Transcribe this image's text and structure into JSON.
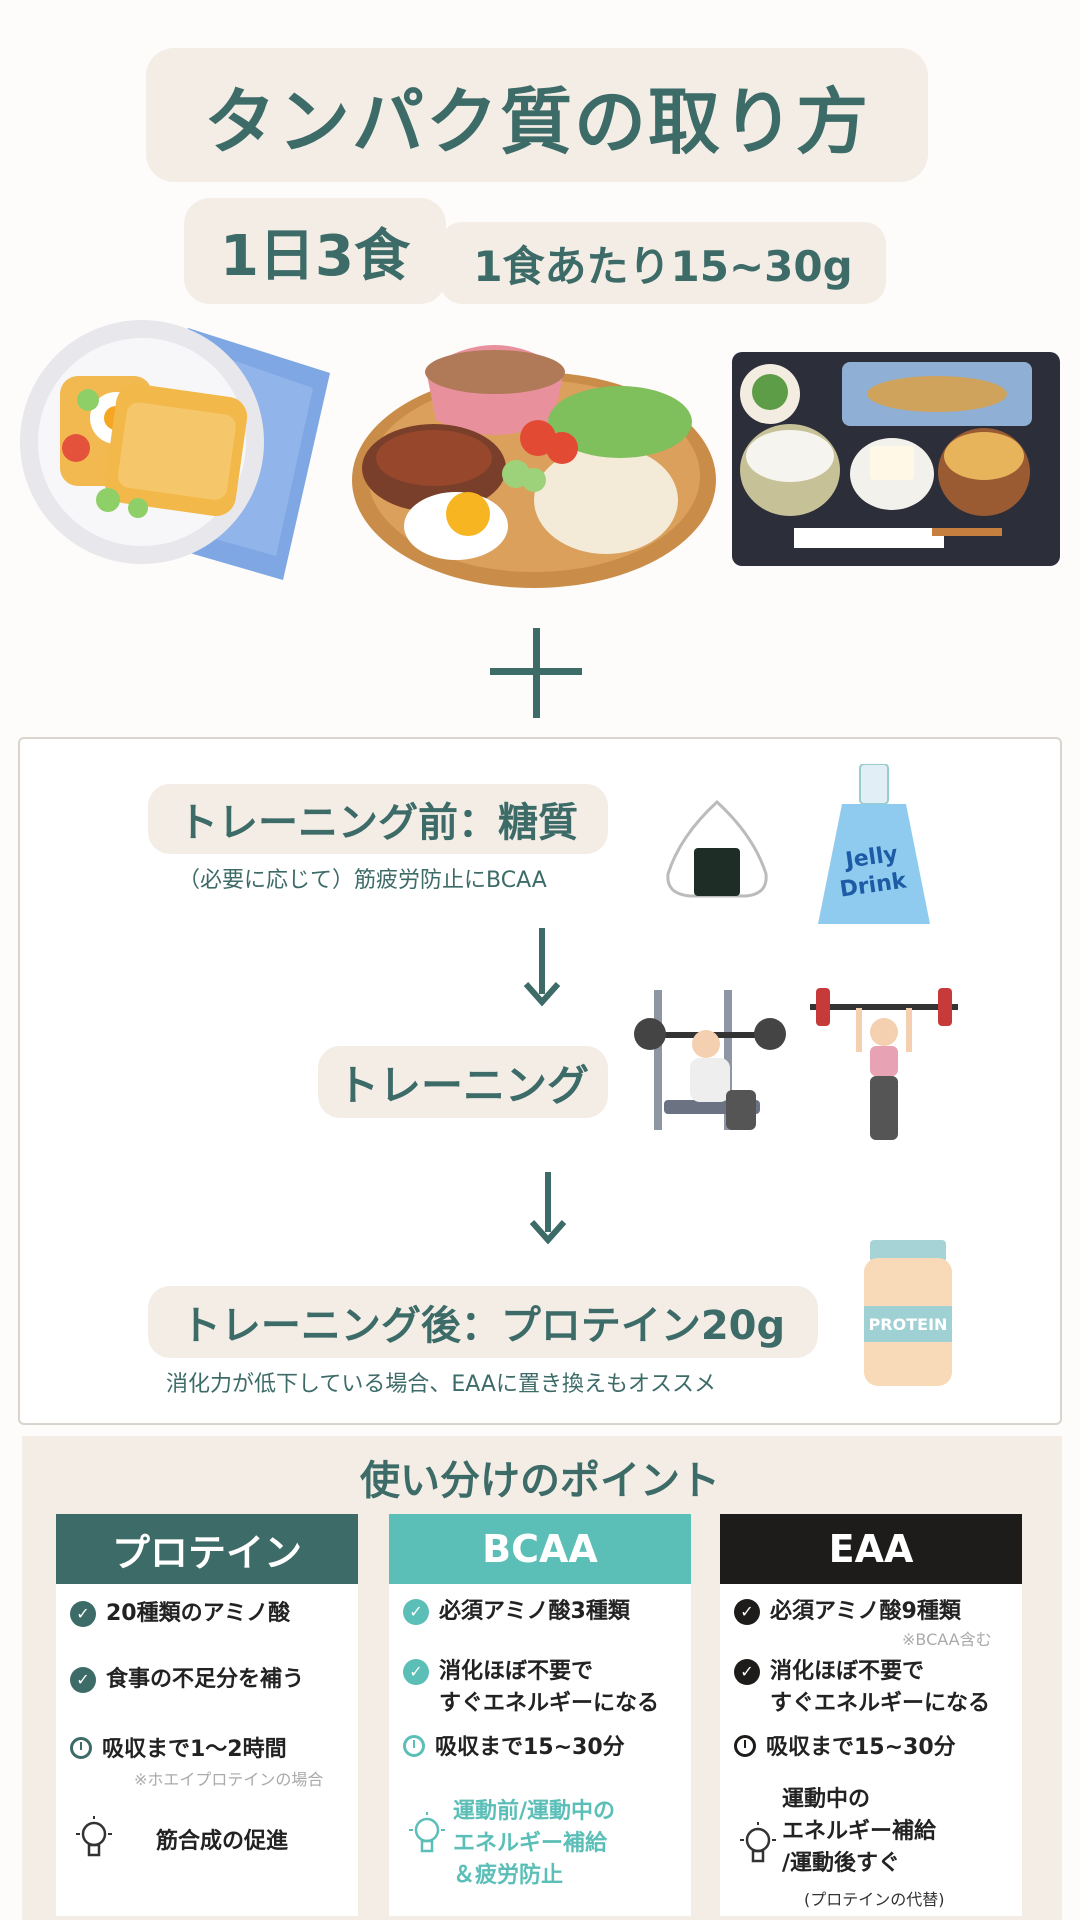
{
  "header": {
    "title": "タンパク質の取り方",
    "meals_per_day": "1日3食",
    "per_meal": "1食あたり15~30g"
  },
  "flow": {
    "pre": {
      "label": "トレーニング前：糖質",
      "note": "（必要に応じて）筋疲労防止にBCAA"
    },
    "training": {
      "label": "トレーニング"
    },
    "post": {
      "label": "トレーニング後：プロテイン20g",
      "note": "消化力が低下している場合、EAAに置き換えもオススメ"
    },
    "jelly_text": "Jelly\nDrink",
    "protein_text": "PROTEIN"
  },
  "points": {
    "title": "使い分けのポイント",
    "columns": [
      {
        "name": "プロテイン",
        "color": "#3d6b68",
        "items": [
          "20種類のアミノ酸",
          "食事の不足分を補う"
        ],
        "time": "吸収まで1〜2時間",
        "time_note": "※ホエイプロテインの場合",
        "effect": "筋合成の促進"
      },
      {
        "name": "BCAA",
        "color": "#5bbfb8",
        "items": [
          "必須アミノ酸3種類",
          "消化ほぼ不要で\nすぐエネルギーになる"
        ],
        "time": "吸収まで15~30分",
        "effect": "運動前/運動中の\nエネルギー補給\n＆疲労防止"
      },
      {
        "name": "EAA",
        "color": "#1e1c1a",
        "items": [
          "必須アミノ酸9種類",
          "消化ほぼ不要で\nすぐエネルギーになる"
        ],
        "item_note": "※BCAA含む",
        "time": "吸収まで15~30分",
        "effect": "運動中の\nエネルギー補給\n/運動後すぐ",
        "effect_note": "(プロテインの代替)"
      }
    ]
  }
}
